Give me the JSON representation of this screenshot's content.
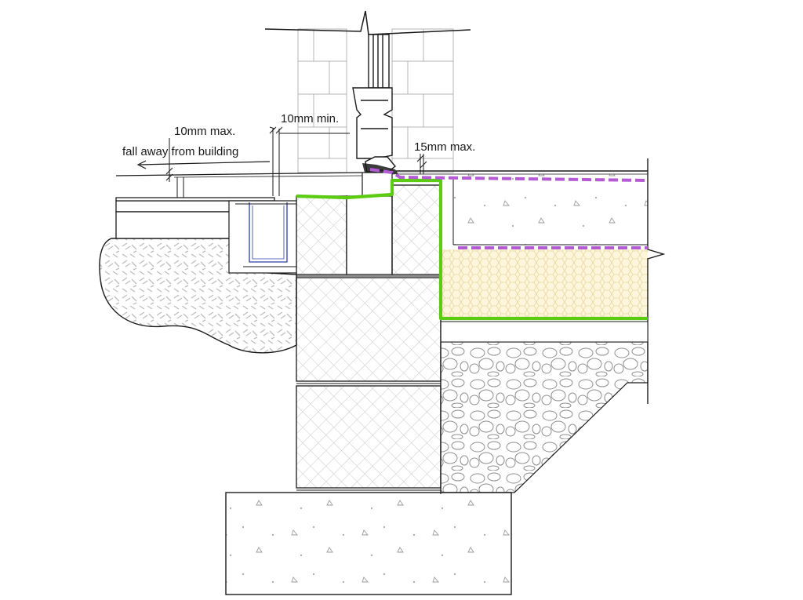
{
  "annotations": {
    "max_10mm": "10mm max.",
    "fall_away": "fall away from building",
    "min_10mm": "10mm min.",
    "max_15mm": "15mm max."
  },
  "colors": {
    "ink": "#1a1a1a",
    "light_line": "#b5b5b5",
    "membrane_green": "#5ccc12",
    "dpm_purple": "#b35ad4",
    "channel_blue": "#2e3fa5",
    "insulation_fill": "#fdf6dc",
    "insulation_hex": "#e9d7a0"
  },
  "icons": {
    "fall_arrow": "arrow-left-icon"
  }
}
